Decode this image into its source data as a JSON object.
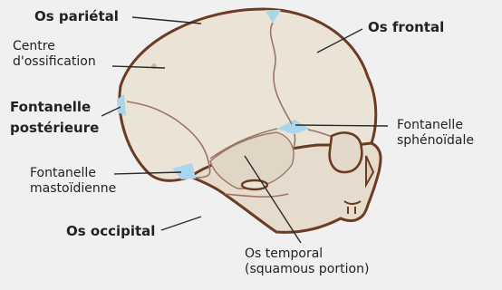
{
  "colors": {
    "background": "#f0f0f0",
    "bone_fill": "#ebe3d6",
    "bone_outline": "#6b3b22",
    "suture": "#9a7565",
    "fontanelle": "#a9d6ec",
    "leader_line": "#2a2a2a"
  },
  "labels": {
    "parietal": {
      "text": "Os pariétal"
    },
    "ossification": {
      "line1": "Centre",
      "line2": "d'ossification"
    },
    "posterior_fontanelle": {
      "line1": "Fontanelle",
      "line2": "postérieure"
    },
    "mastoid_fontanelle": {
      "line1": "Fontanelle",
      "line2": "mastoïdienne"
    },
    "occipital": {
      "text": "Os occipital"
    },
    "frontal": {
      "text": "Os frontal"
    },
    "sphenoid_fontanelle": {
      "line1": "Fontanelle",
      "line2": "sphénoïdale"
    },
    "temporal": {
      "line1": "Os temporal",
      "line2": "(squamous portion)"
    }
  }
}
